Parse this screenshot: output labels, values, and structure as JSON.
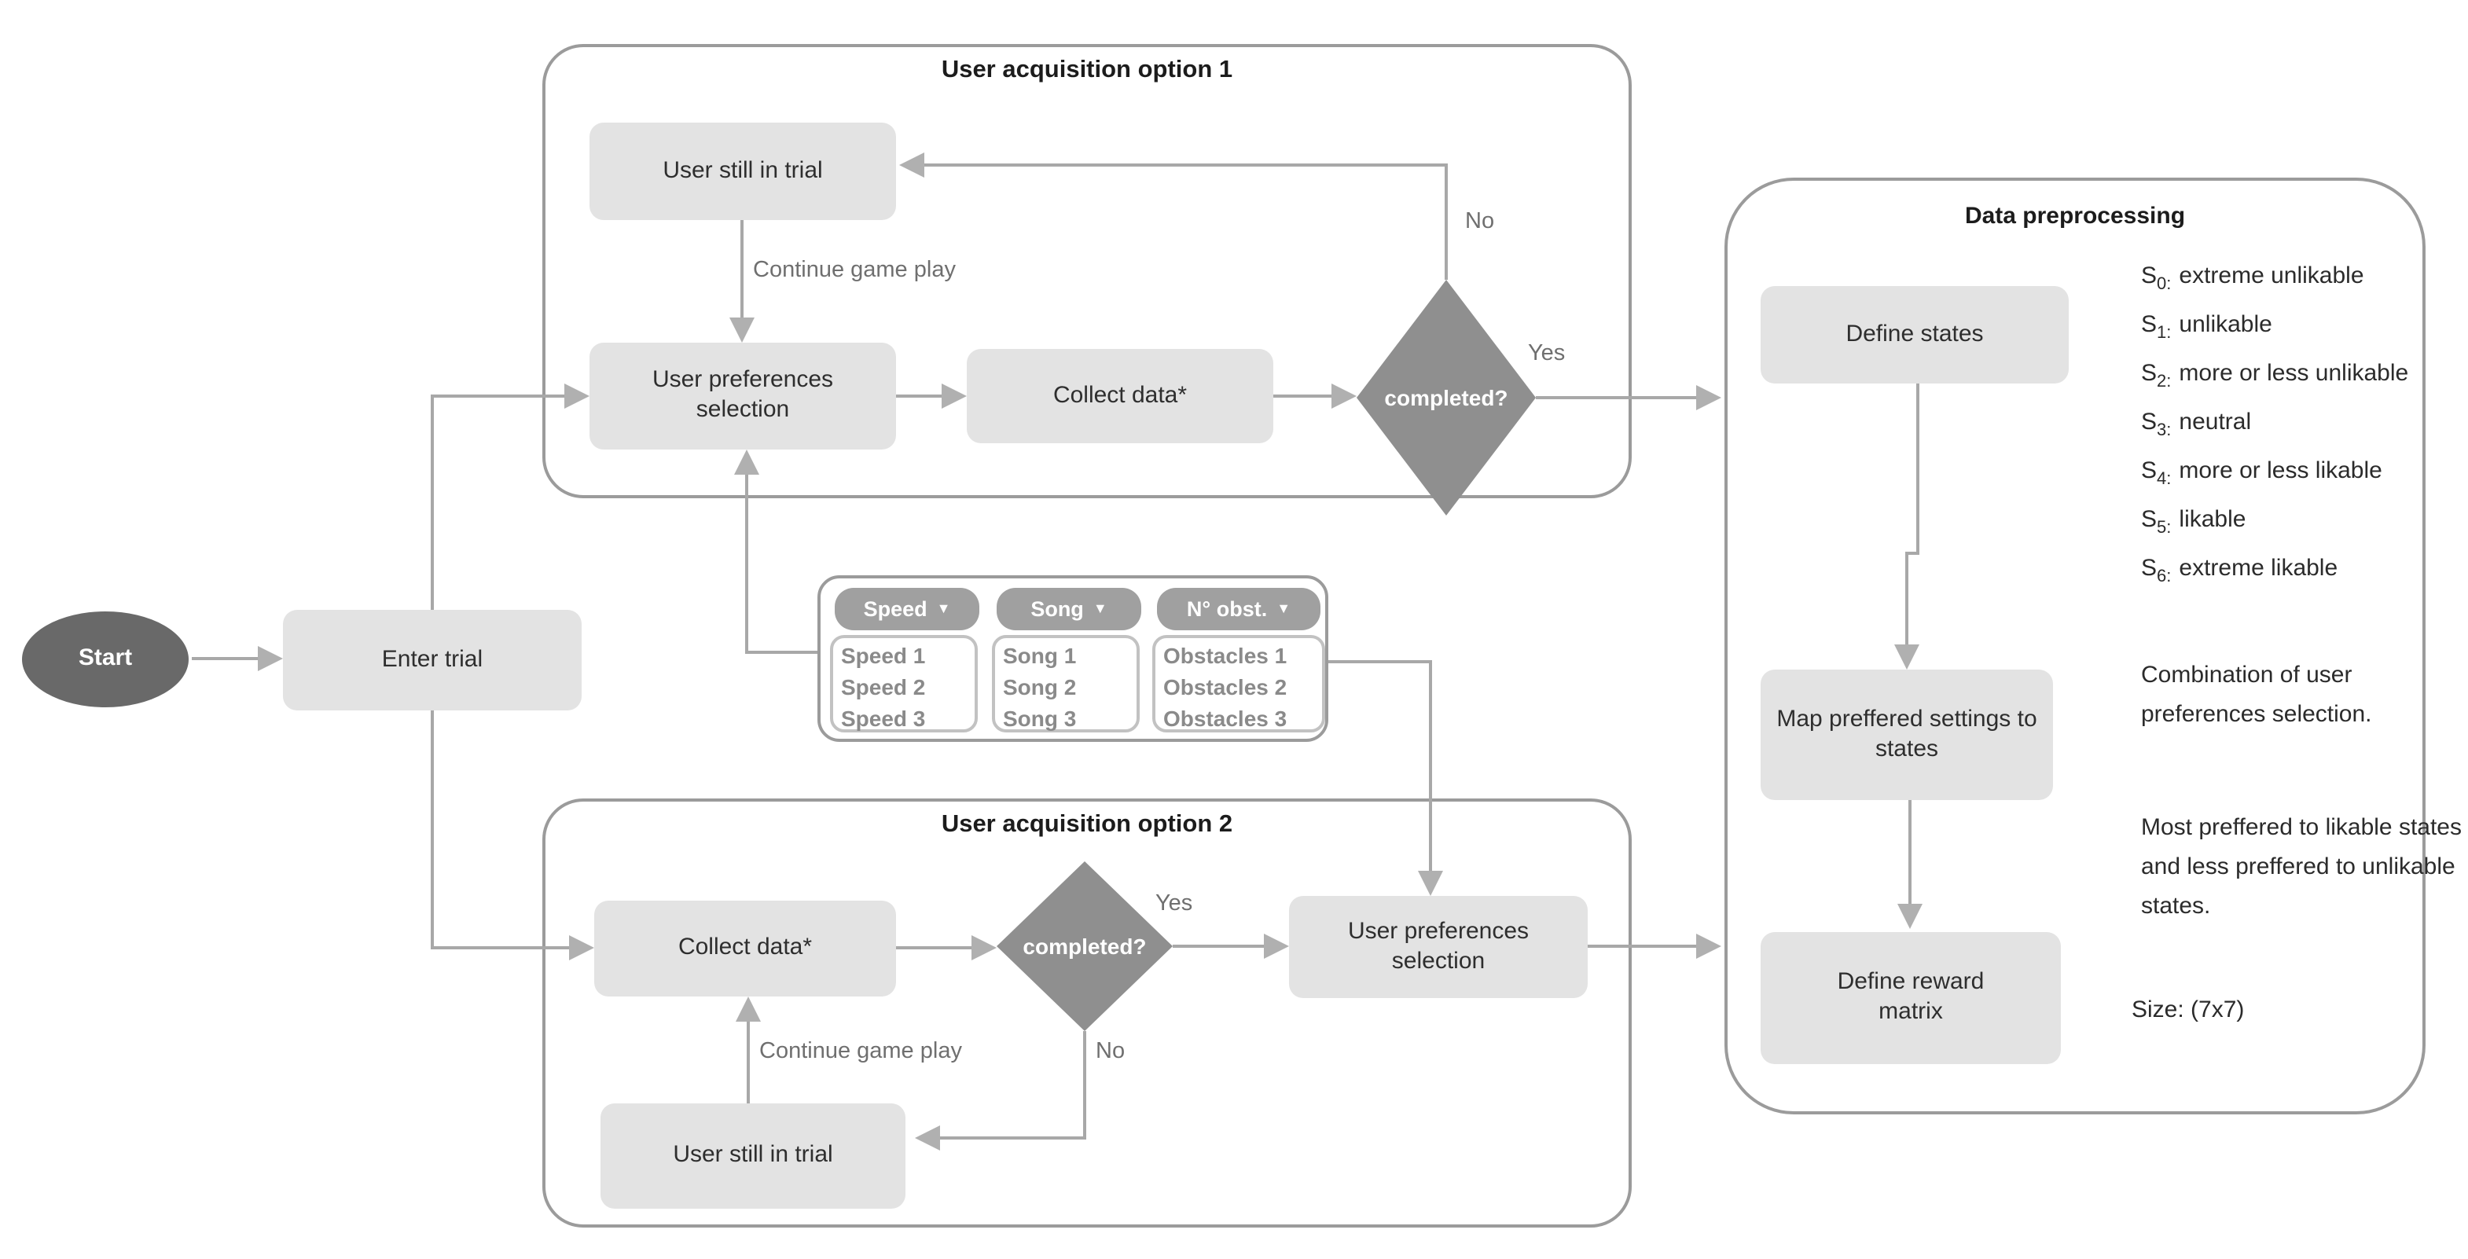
{
  "colors": {
    "node_fill": "#e3e3e3",
    "decision_fill": "#8f8f8f",
    "start_fill": "#696969",
    "connector": "#a8a8a8",
    "container_border": "#9b9b9b",
    "pill_fill": "#a0a0a0",
    "edge_label_text": "#6f6f6f"
  },
  "start": {
    "label": "Start"
  },
  "enter_trial": {
    "label": "Enter trial"
  },
  "option1": {
    "title": "User acquisition option 1",
    "user_still_in_trial": "User still in trial",
    "user_preferences_selection": "User preferences selection",
    "collect_data": "Collect data*",
    "decision": "completed?",
    "yes_label": "Yes",
    "no_label": "No",
    "continue_label": "Continue game play"
  },
  "option2": {
    "title": "User acquisition option 2",
    "user_still_in_trial": "User still in trial",
    "user_preferences_selection": "User preferences selection",
    "collect_data": "Collect data*",
    "decision": "completed?",
    "yes_label": "Yes",
    "no_label": "No",
    "continue_label": "Continue game play"
  },
  "dropdowns": {
    "caret_icon": "▼",
    "groups": [
      {
        "header": "Speed",
        "items": [
          "Speed 1",
          "Speed 2",
          "Speed 3"
        ]
      },
      {
        "header": "Song",
        "items": [
          "Song 1",
          "Song 2",
          "Song 3"
        ]
      },
      {
        "header": "N° obst.",
        "items": [
          "Obstacles 1",
          "Obstacles 2",
          "Obstacles 3"
        ]
      }
    ]
  },
  "preprocessing": {
    "title": "Data preprocessing",
    "define_states": "Define states",
    "map_settings": "Map preffered settings to states",
    "define_reward": "Define reward matrix",
    "states": [
      {
        "base": "S",
        "sub": "0:",
        "desc": "extreme unlikable"
      },
      {
        "base": "S",
        "sub": "1:",
        "desc": "unlikable"
      },
      {
        "base": "S",
        "sub": "2:",
        "desc": "more or less unlikable"
      },
      {
        "base": "S",
        "sub": "3:",
        "desc": "neutral"
      },
      {
        "base": "S",
        "sub": "4:",
        "desc": "more or less likable"
      },
      {
        "base": "S",
        "sub": "5:",
        "desc": "likable"
      },
      {
        "base": "S",
        "sub": "6:",
        "desc": "extreme likable"
      }
    ],
    "note_combination": "Combination of user preferences selection.",
    "note_mapping": "Most preffered to likable states and less preffered to unlikable states.",
    "size_label": "Size: (7x7)"
  }
}
